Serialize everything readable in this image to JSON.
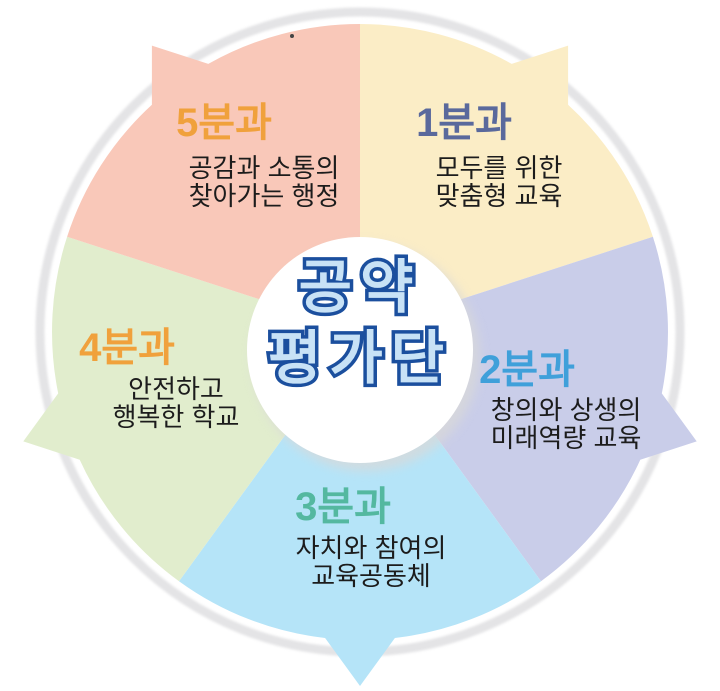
{
  "diagram": {
    "name": "공약 평가단 분과 다이어그램",
    "title": {
      "line1": "공약",
      "line2": "평가단",
      "fill_color": "#c8e2f6",
      "outline_color": "#1b4f9e"
    },
    "ring_color": "#e4e4e6",
    "center_bg": "#ffffff",
    "segments": [
      {
        "label": "1분과",
        "label_color": "#5a699c",
        "color": "#fbedc6",
        "line1": "모두를 위한",
        "line2": "맞춤형 교육"
      },
      {
        "label": "2분과",
        "label_color": "#3fa0da",
        "color": "#c9cde9",
        "line1": "창의와 상생의",
        "line2": "미래역량 교육"
      },
      {
        "label": "3분과",
        "label_color": "#54b8a0",
        "color": "#b5e4f8",
        "line1": "자치와 참여의",
        "line2": "교육공동체"
      },
      {
        "label": "4분과",
        "label_color": "#f0a13c",
        "color": "#e1edcd",
        "line1": "안전하고",
        "line2": "행복한 학교"
      },
      {
        "label": "5분과",
        "label_color": "#f0a13c",
        "color": "#f9c8b9",
        "line1": "공감과 소통의",
        "line2": "찾아가는 행정"
      }
    ]
  }
}
